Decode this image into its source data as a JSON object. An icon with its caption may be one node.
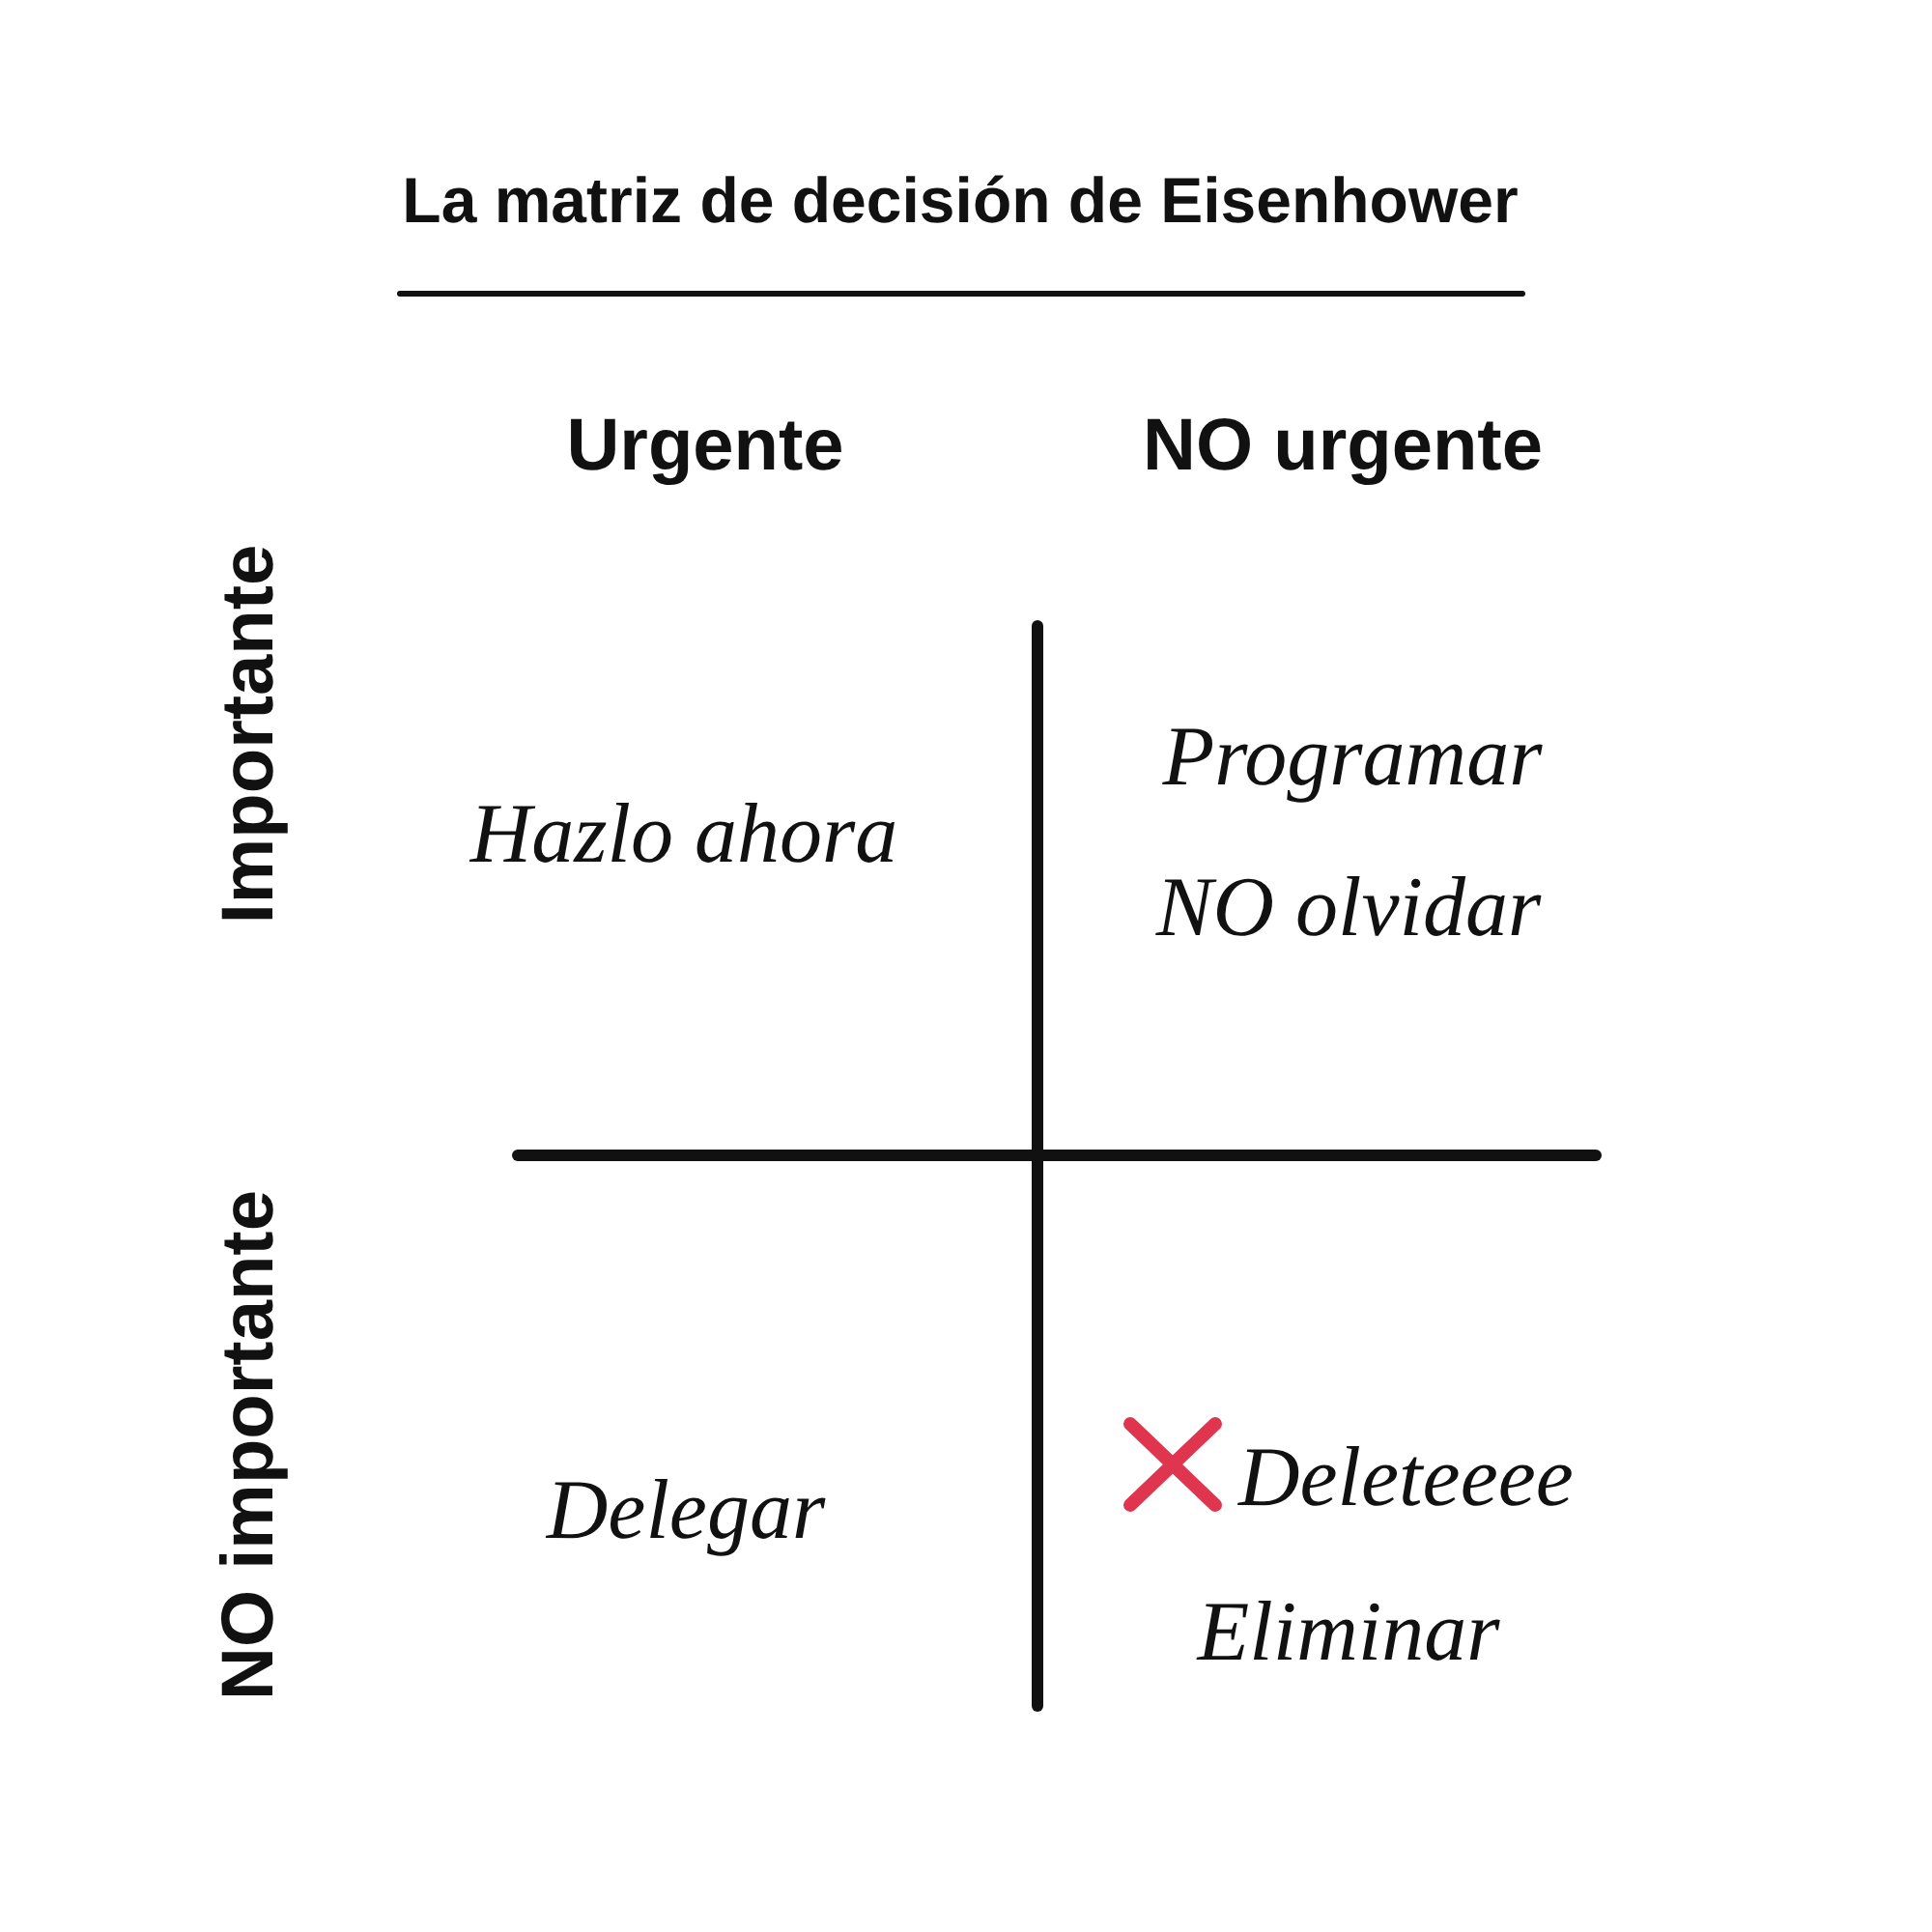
{
  "diagram": {
    "title": "La matriz de decisión de Eisenhower",
    "labels": [
      "Urgente",
      "NO urgente",
      "Importante",
      "Hazlo ahora",
      "Programar",
      "NO olvidar",
      "NO importante",
      "Delegar",
      "Deleteeee",
      "Eliminar"
    ]
  }
}
